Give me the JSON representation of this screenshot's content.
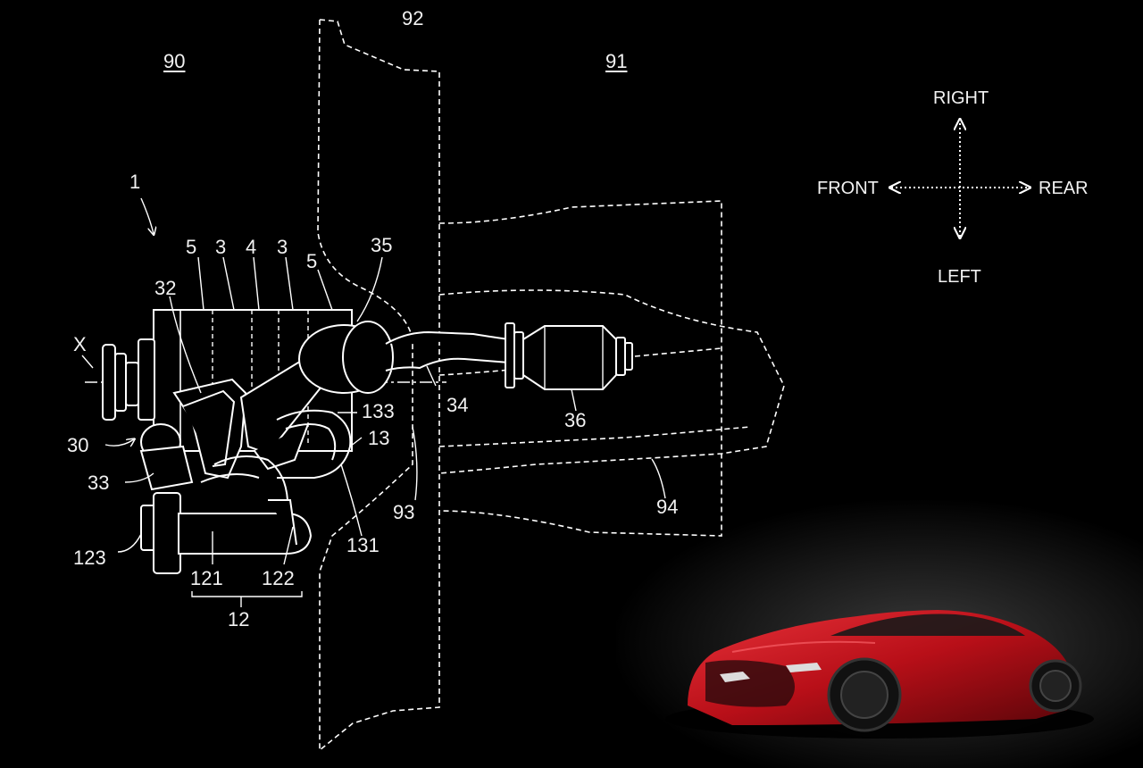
{
  "labels": {
    "l90": "90",
    "l91": "91",
    "l92": "92",
    "l1": "1",
    "l5a": "5",
    "l3a": "3",
    "l4": "4",
    "l3b": "3",
    "l5b": "5",
    "l35": "35",
    "l32": "32",
    "lX": "X",
    "l30": "30",
    "l33": "33",
    "l133": "133",
    "l13": "13",
    "l34": "34",
    "l36": "36",
    "l93": "93",
    "l131": "131",
    "l94": "94",
    "l123": "123",
    "l121": "121",
    "l122": "122",
    "l12": "12"
  },
  "directions": {
    "right": "RIGHT",
    "left": "LEFT",
    "front": "FRONT",
    "rear": "REAR"
  },
  "colors": {
    "background": "#000000",
    "line": "#ffffff",
    "car_body": "#c8141e"
  }
}
